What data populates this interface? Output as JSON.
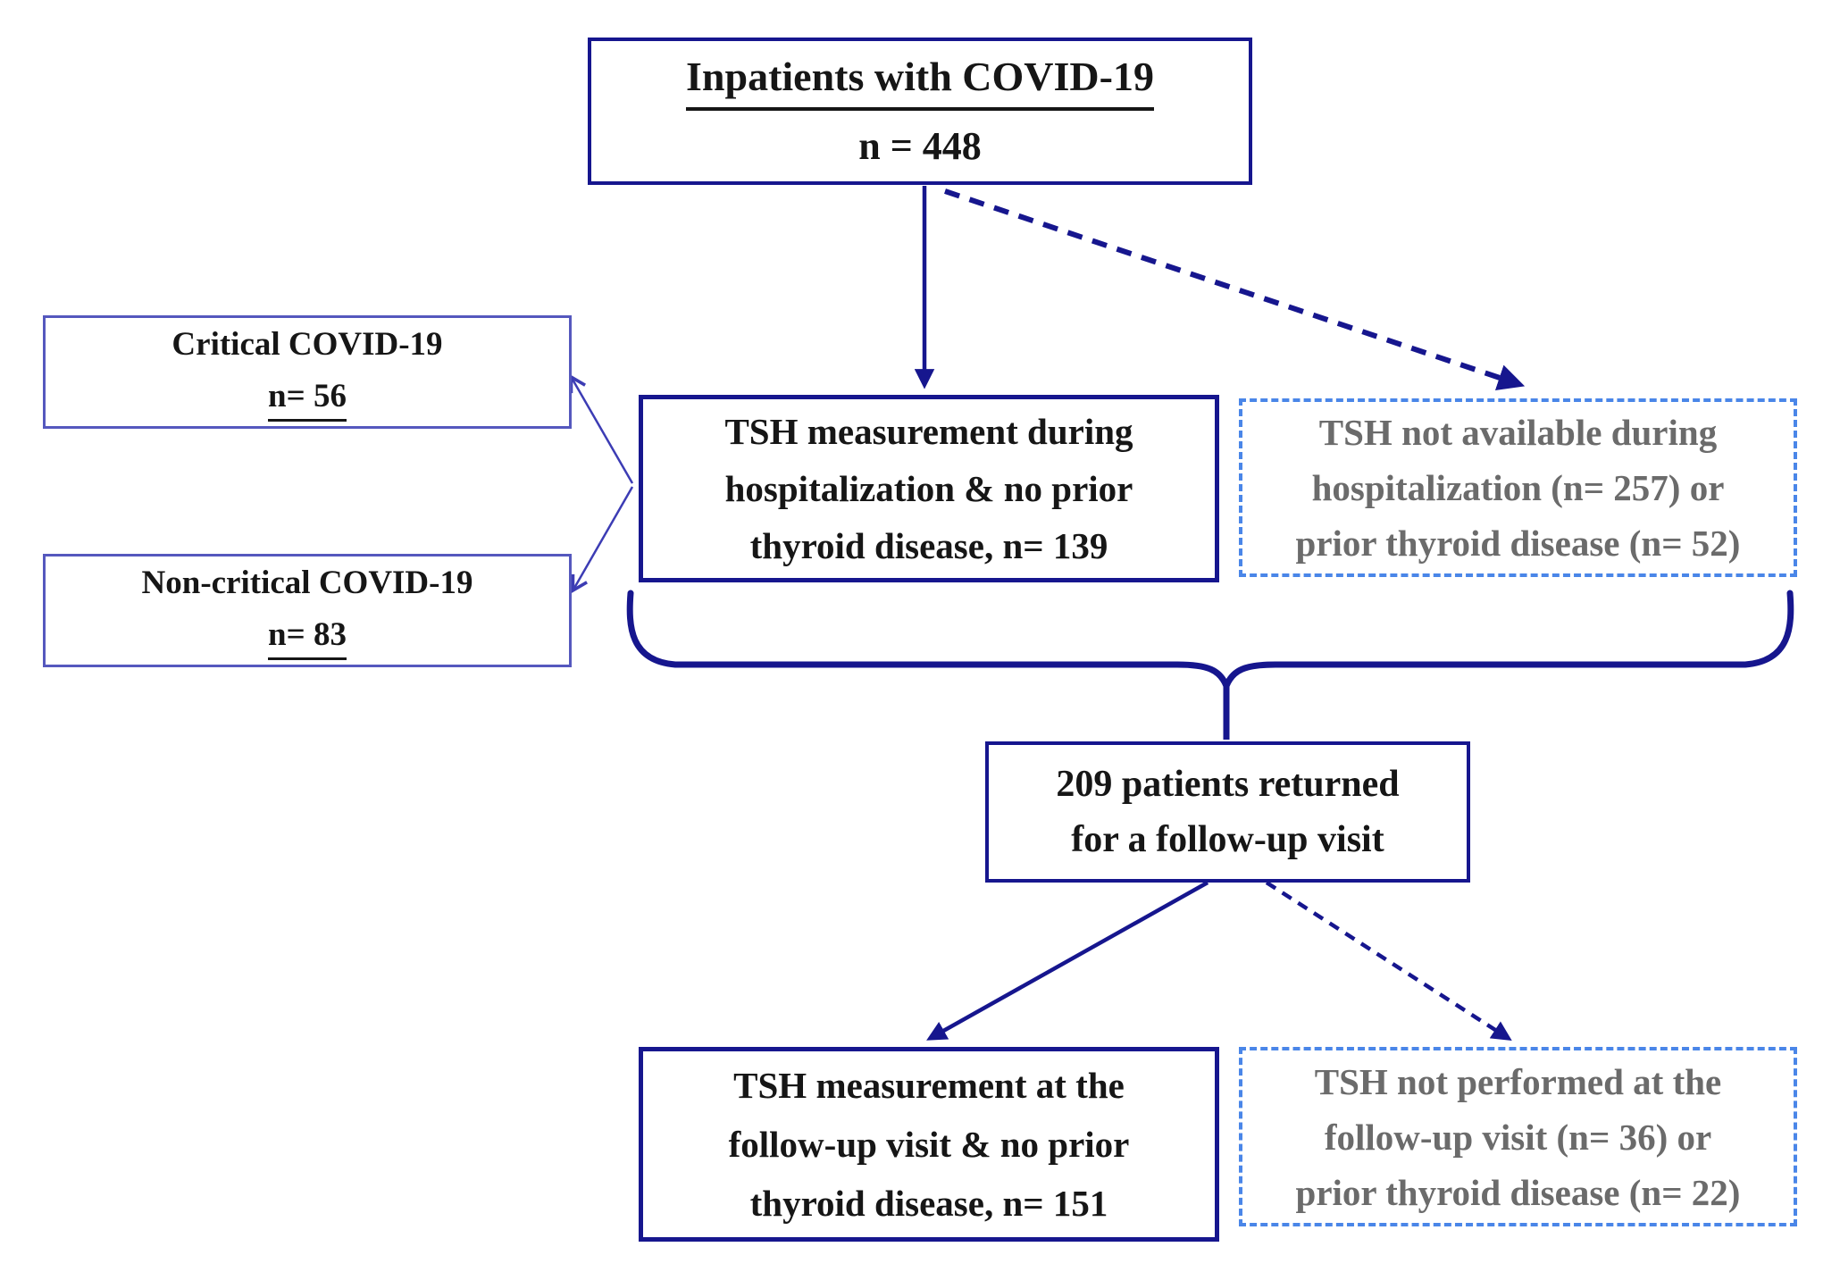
{
  "figure": {
    "type": "flowchart",
    "boxes": {
      "inpatients": {
        "title": "Inpatients with COVID-19",
        "count": "n = 448"
      },
      "critical": {
        "title": "Critical COVID-19",
        "count": "n= 56"
      },
      "noncritical": {
        "title": "Non-critical COVID-19",
        "count": "n= 83"
      },
      "tsh_hospitalization": {
        "lines": [
          "TSH measurement during",
          "hospitalization & no prior",
          "thyroid disease, n= 139"
        ]
      },
      "tsh_not_available": {
        "lines": [
          "TSH not available during",
          "hospitalization (n= 257) or",
          "prior thyroid disease (n= 52)"
        ]
      },
      "returned": {
        "lines": [
          "209 patients returned",
          "for a follow-up visit"
        ]
      },
      "tsh_followup": {
        "lines": [
          "TSH measurement at the",
          "follow-up visit & no prior",
          "thyroid disease, n= 151"
        ]
      },
      "tsh_not_performed": {
        "lines": [
          "TSH not performed at the",
          "follow-up visit (n= 36) or",
          "prior thyroid disease (n= 22)"
        ]
      }
    },
    "colors": {
      "navy_border_arrow": "#16168e",
      "periwinkle_border": "#5558be",
      "dashed_light_blue": "#4a86e8",
      "thin_arrow_blue": "#3c3cb4",
      "black_text": "#161616",
      "gray_text": "#6b6b6b",
      "background": "#ffffff"
    }
  }
}
